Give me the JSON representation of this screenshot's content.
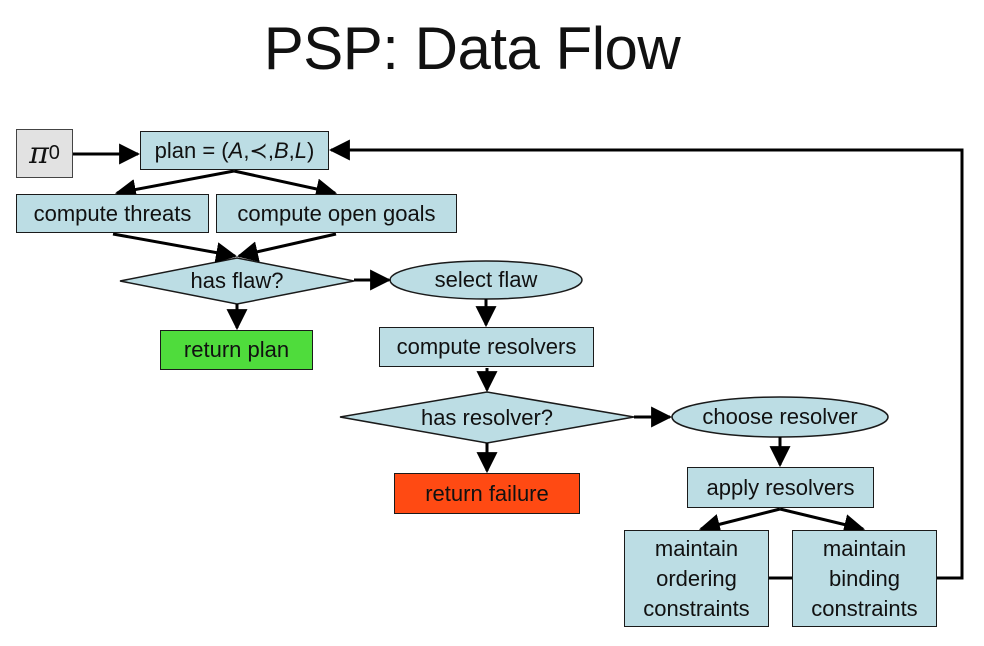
{
  "title": "PSP: Data Flow",
  "nodes": {
    "pi_symbol": "π",
    "pi_subscript": "0",
    "plan_prefix": "plan = (",
    "plan_A": "A",
    "plan_prec": ",≺,",
    "plan_B": "B",
    "plan_comma": ",",
    "plan_L": "L",
    "plan_close": ")",
    "compute_threats": "compute threats",
    "compute_open_goals": "compute open goals",
    "has_flaw": "has flaw?",
    "select_flaw": "select flaw",
    "return_plan": "return plan",
    "compute_resolvers": "compute resolvers",
    "has_resolver": "has resolver?",
    "choose_resolver": "choose resolver",
    "return_failure": "return failure",
    "apply_resolvers": "apply resolvers",
    "maintain_ordering": {
      "l1": "maintain",
      "l2": "ordering",
      "l3": "constraints"
    },
    "maintain_binding": {
      "l1": "maintain",
      "l2": "binding",
      "l3": "constraints"
    }
  },
  "colors": {
    "node_fill": "#bcdde4",
    "start_fill": "#e2e2e2",
    "success_fill": "#4fdc3c",
    "failure_fill": "#ff4a13",
    "edge": "#000000"
  }
}
